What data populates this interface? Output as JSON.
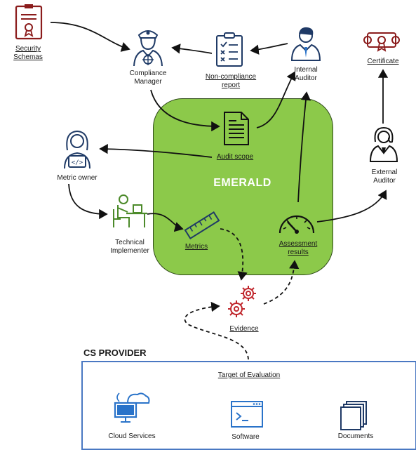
{
  "diagram": {
    "center": {
      "label": "EMERALD"
    },
    "actors": {
      "security_schemas": "Security Schemas",
      "compliance_manager": "Compliance Manager",
      "non_compliance_report": "Non-compliance report",
      "internal_auditor": "Internal Auditor",
      "certificate": "Certificate",
      "audit_scope": "Audit scope",
      "metric_owner": "Metric owner",
      "external_auditor": "External Auditor",
      "technical_implementer": "Technical Implementer",
      "metrics": "Metrics",
      "assessment_results": "Assessment results",
      "evidence": "Evidence"
    },
    "provider": {
      "title": "CS PROVIDER",
      "target": "Target of Evaluation",
      "items": [
        "Cloud Services",
        "Software",
        "Documents"
      ]
    }
  },
  "colors": {
    "emerald_fill": "#8cc94a",
    "dark_red": "#8b1c1c",
    "navy": "#1f3a66",
    "blue": "#2a73c9",
    "green_icon": "#4c8a2a",
    "provider_border": "#4a78c2"
  },
  "icons": {
    "security_schemas": "certificate-document-icon",
    "compliance_manager": "captain-icon",
    "non_compliance_report": "checklist-icon",
    "internal_auditor": "businessman-icon",
    "certificate": "diploma-icon",
    "audit_scope": "document-icon",
    "metric_owner": "developer-icon",
    "external_auditor": "businesswoman-icon",
    "technical_implementer": "worker-at-desk-icon",
    "metrics": "ruler-icon",
    "assessment_results": "gauge-icon",
    "evidence": "gears-icon",
    "cloud_services": "cloud-computer-icon",
    "software": "terminal-window-icon",
    "documents": "documents-icon"
  }
}
